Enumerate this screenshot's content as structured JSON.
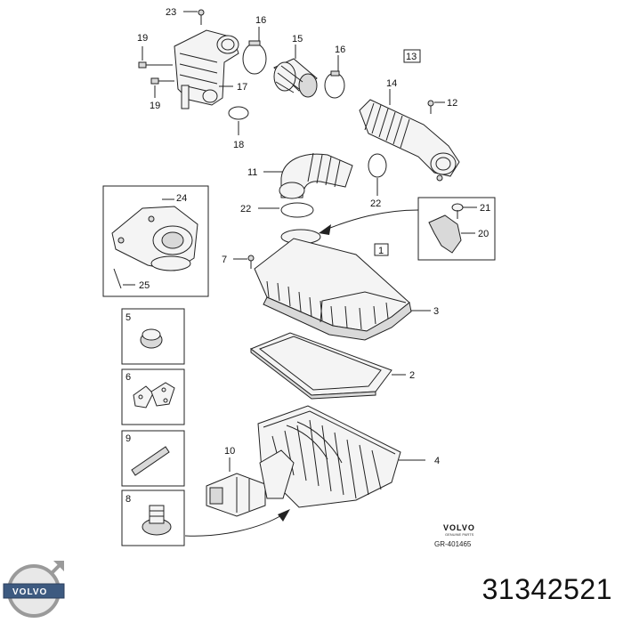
{
  "callouts": {
    "c1": "1",
    "c2": "2",
    "c3": "3",
    "c4": "4",
    "c5": "5",
    "c6": "6",
    "c7": "7",
    "c8": "8",
    "c9": "9",
    "c10": "10",
    "c11": "11",
    "c12": "12",
    "c13": "13",
    "c14": "14",
    "c15": "15",
    "c16a": "16",
    "c16b": "16",
    "c17": "17",
    "c18": "18",
    "c19a": "19",
    "c19b": "19",
    "c20": "20",
    "c21": "21",
    "c22a": "22",
    "c22b": "22",
    "c23": "23",
    "c24": "24",
    "c25": "25"
  },
  "brand": {
    "name": "VOLVO",
    "tagline": "GENUINE PARTS",
    "reference": "GR-401465",
    "logo_text": "VOLVO"
  },
  "part_number": "31342521",
  "icons": {
    "logo": "volvo-iron-mark-icon"
  }
}
